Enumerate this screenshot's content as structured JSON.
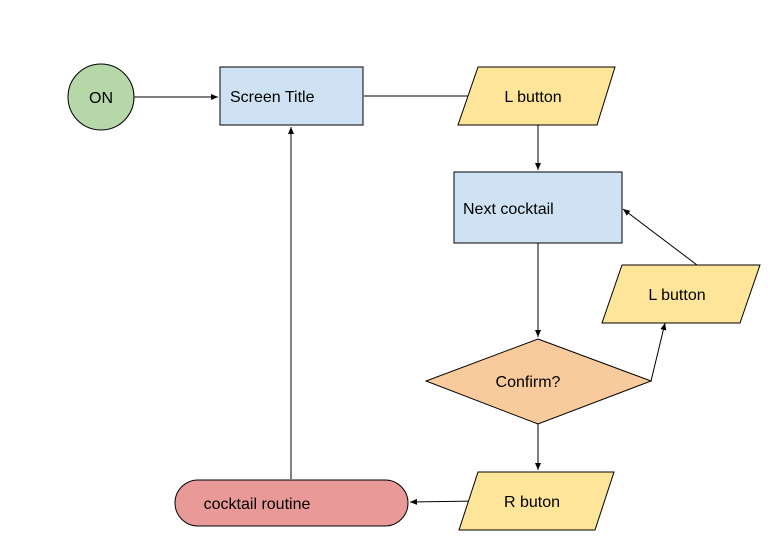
{
  "colors": {
    "start": "#b6d7a8",
    "process": "#cfe2f3",
    "input": "#ffe599",
    "decision": "#f9cb9c",
    "terminal": "#ea9999",
    "stroke": "#000000"
  },
  "nodes": {
    "on": {
      "label": "ON",
      "shape": "circle"
    },
    "screen_title": {
      "label": "Screen Title",
      "shape": "rectangle"
    },
    "l_button_1": {
      "label": "L button",
      "shape": "parallelogram"
    },
    "next_cocktail": {
      "label": "Next cocktail",
      "shape": "rectangle"
    },
    "l_button_2": {
      "label": "L button",
      "shape": "parallelogram"
    },
    "confirm": {
      "label": "Confirm?",
      "shape": "diamond"
    },
    "r_button": {
      "label": "R buton",
      "shape": "parallelogram"
    },
    "cocktail_routine": {
      "label": "cocktail routine",
      "shape": "rounded-terminal"
    }
  },
  "edges": [
    {
      "from": "on",
      "to": "screen_title"
    },
    {
      "from": "screen_title",
      "to": "l_button_1"
    },
    {
      "from": "l_button_1",
      "to": "next_cocktail"
    },
    {
      "from": "next_cocktail",
      "to": "confirm"
    },
    {
      "from": "confirm",
      "to": "l_button_2"
    },
    {
      "from": "l_button_2",
      "to": "next_cocktail"
    },
    {
      "from": "confirm",
      "to": "r_button"
    },
    {
      "from": "r_button",
      "to": "cocktail_routine"
    },
    {
      "from": "cocktail_routine",
      "to": "screen_title"
    }
  ]
}
